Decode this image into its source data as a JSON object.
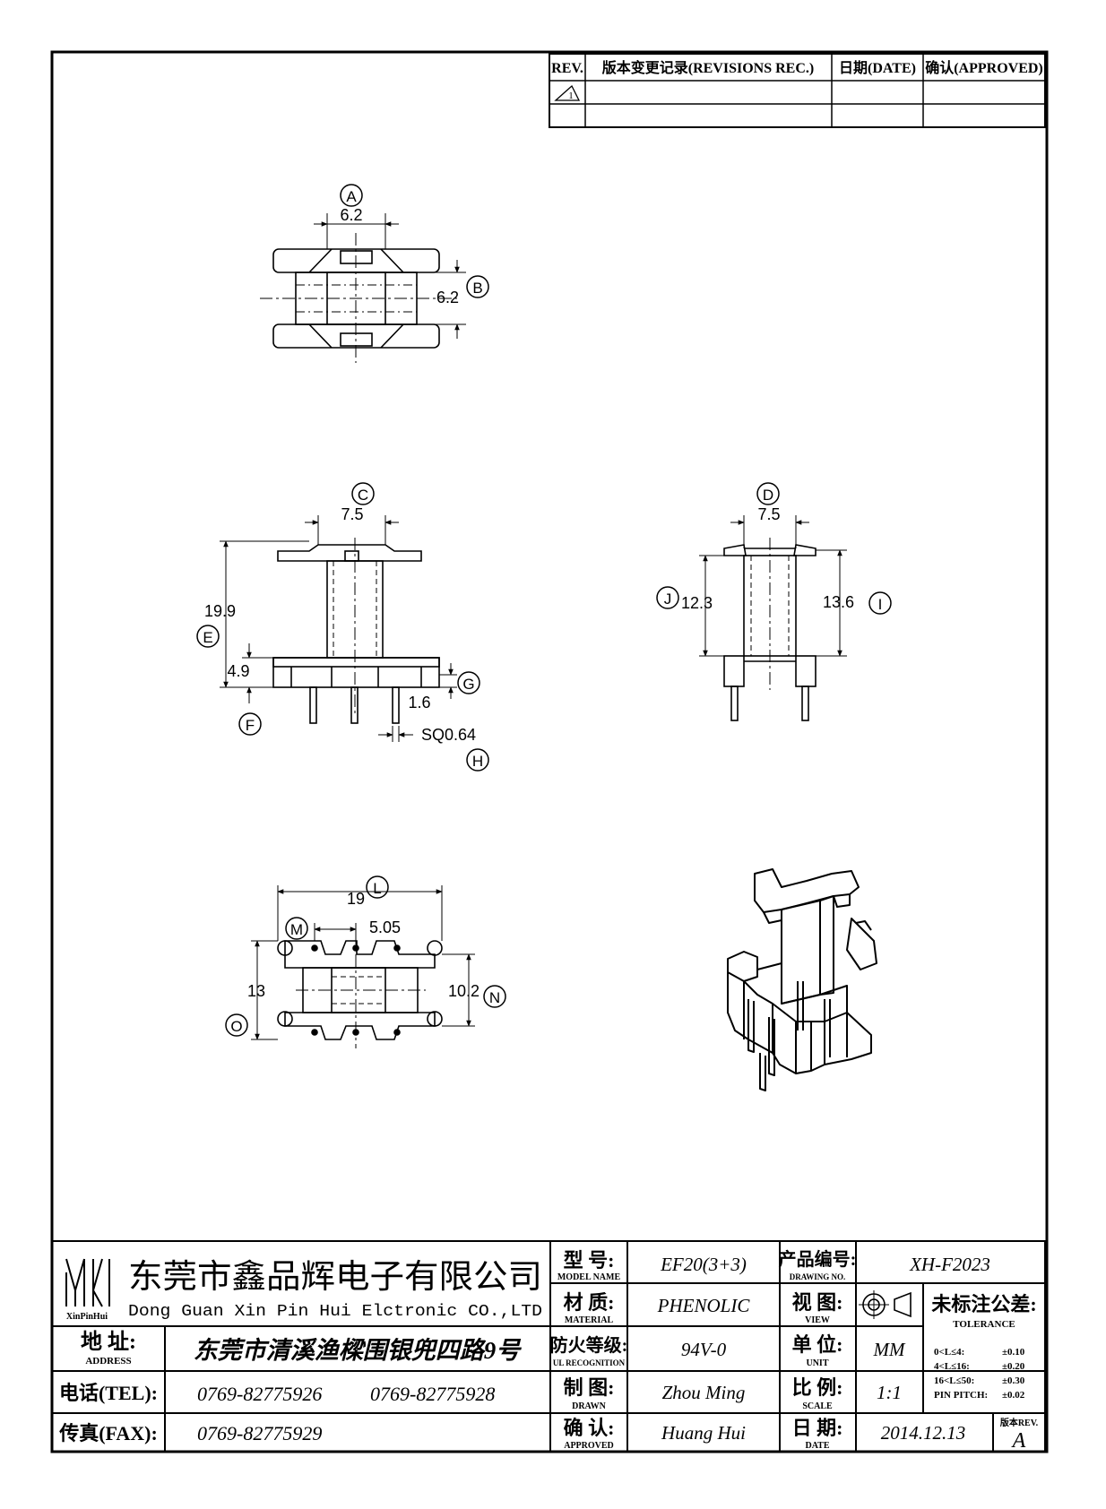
{
  "revisions": {
    "headers": {
      "rev": "REV.",
      "record": "版本变更记录(REVISIONS REC.)",
      "date": "日期(DATE)",
      "approved": "确认(APPROVED)"
    },
    "rows": [
      {
        "rev": "1",
        "record": "",
        "date": "",
        "approved": ""
      },
      {
        "rev": "",
        "record": "",
        "date": "",
        "approved": ""
      }
    ]
  },
  "views": {
    "top": {
      "ref_a": "A",
      "dim_a": "6.2",
      "ref_b": "B",
      "dim_b": "6.2"
    },
    "front": {
      "ref_c": "C",
      "dim_c": "7.5",
      "dim_e": "19.9",
      "ref_e": "E",
      "dim_f": "4.9",
      "ref_f": "F",
      "dim_g": "1.6",
      "ref_g": "G",
      "dim_h": "SQ0.64",
      "ref_h": "H"
    },
    "side": {
      "ref_d": "D",
      "dim_d": "7.5",
      "ref_j": "J",
      "dim_j": "12.3",
      "dim_i": "13.6",
      "ref_i": "I"
    },
    "bottom": {
      "dim_l": "19",
      "ref_l": "L",
      "ref_m": "M",
      "dim_m": "5.05",
      "dim_o": "13",
      "ref_o": "O",
      "dim_n": "10.2",
      "ref_n": "N"
    }
  },
  "title_block": {
    "company_cn": "东莞市鑫品辉电子有限公司",
    "company_en": "Dong Guan Xin Pin Hui Elctronic CO.,LTD",
    "logo_text": "XinPinHui",
    "address_label_cn": "地 址:",
    "address_label_en": "ADDRESS",
    "address": "东莞市清溪渔樑围银兜四路9号",
    "tel_label": "电话(TEL):",
    "tel_1": "0769-82775926",
    "tel_2": "0769-82775928",
    "fax_label": "传真(FAX):",
    "fax": "0769-82775929",
    "model_label_cn": "型 号:",
    "model_label_en": "MODEL NAME",
    "model": "EF20(3+3)",
    "material_label_cn": "材 质:",
    "material_label_en": "MATERIAL",
    "material": "PHENOLIC",
    "ul_label_cn": "防火等级:",
    "ul_label_en": "UL RECOGNITION",
    "ul": "94V-0",
    "drawn_label_cn": "制 图:",
    "drawn_label_en": "DRAWN",
    "drawn": "Zhou Ming",
    "approved_label_cn": "确 认:",
    "approved_label_en": "APPROVED",
    "approved": "Huang Hui",
    "drawing_no_label_cn": "产品编号:",
    "drawing_no_label_en": "DRAWING NO.",
    "drawing_no": "XH-F2023",
    "view_label_cn": "视 图:",
    "view_label_en": "VIEW",
    "unit_label_cn": "单 位:",
    "unit_label_en": "UNIT",
    "unit": "MM",
    "scale_label_cn": "比 例:",
    "scale_label_en": "SCALE",
    "scale": "1:1",
    "date_label_cn": "日 期:",
    "date_label_en": "DATE",
    "date": "2014.12.13",
    "tolerance_label_cn": "未标注公差:",
    "tolerance_label_en": "TOLERANCE",
    "tolerance_rows": [
      {
        "range": "0<L≤4:",
        "value": "±0.10"
      },
      {
        "range": "4<L≤16:",
        "value": "±0.20"
      },
      {
        "range": "16<L≤50:",
        "value": "±0.30"
      },
      {
        "range": "PIN PITCH:",
        "value": "±0.02"
      }
    ],
    "rev_label": "版本REV.",
    "rev": "A"
  }
}
